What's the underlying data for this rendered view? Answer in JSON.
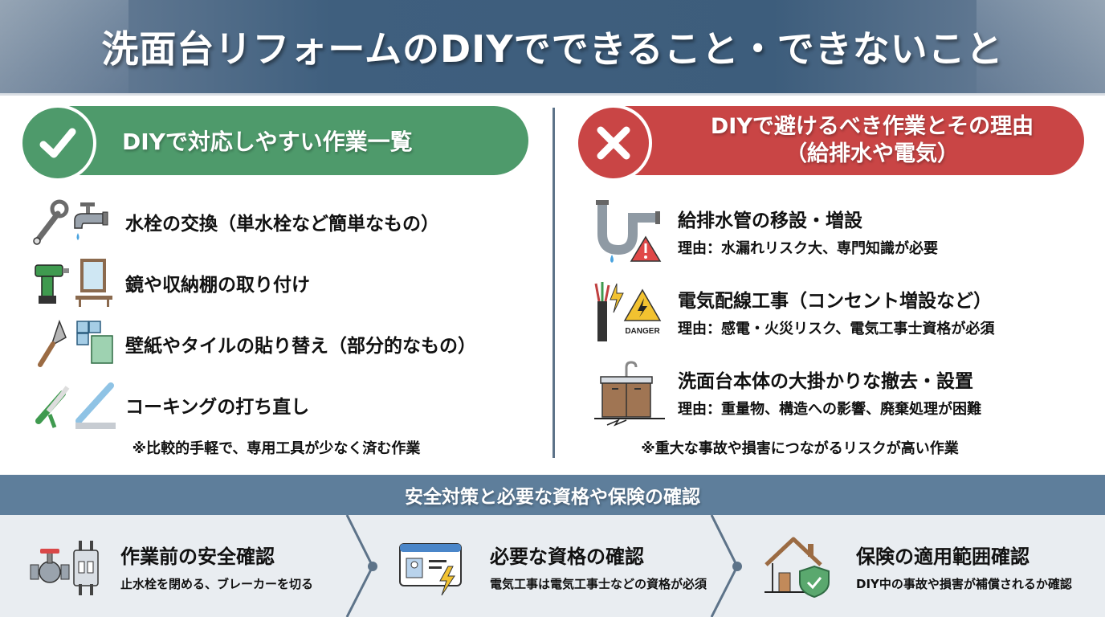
{
  "header": {
    "title": "洗面台リフォームのDIYでできること・できないこと"
  },
  "can_do": {
    "banner": "DIYで対応しやすい作業一覧",
    "items": [
      {
        "label": "水栓の交換（単水栓など簡単なもの）",
        "icon": "wrench-faucet-icon"
      },
      {
        "label": "鏡や収納棚の取り付け",
        "icon": "drill-mirror-icon"
      },
      {
        "label": "壁紙やタイルの貼り替え（部分的なもの）",
        "icon": "trowel-tile-icon"
      },
      {
        "label": "コーキングの打ち直し",
        "icon": "caulking-gun-icon"
      }
    ],
    "note": "※比較的手軽で、専用工具が少なく済む作業"
  },
  "cannot_do": {
    "banner_line1": "DIYで避けるべき作業とその理由",
    "banner_line2": "（給排水や電気）",
    "items": [
      {
        "title": "給排水管の移設・増設",
        "reason": "理由：水漏れリスク大、専門知識が必要",
        "icon": "pipe-warning-icon"
      },
      {
        "title": "電気配線工事（コンセント増設など）",
        "reason": "理由：感電・火災リスク、電気工事士資格が必須",
        "icon": "electric-danger-icon",
        "danger_label": "DANGER"
      },
      {
        "title": "洗面台本体の大掛かりな撤去・設置",
        "reason": "理由：重量物、構造への影響、廃棄処理が困難",
        "icon": "vanity-cabinet-icon"
      }
    ],
    "note": "※重大な事故や損害につながるリスクが高い作業"
  },
  "safety": {
    "title": "安全対策と必要な資格や保険の確認",
    "steps": [
      {
        "title": "作業前の安全確認",
        "desc": "止水栓を閉める、ブレーカーを切る",
        "icon": "valve-breaker-icon"
      },
      {
        "title": "必要な資格の確認",
        "desc": "電気工事は電気工事士などの資格が必須",
        "icon": "license-card-icon"
      },
      {
        "title": "保険の適用範囲確認",
        "desc": "DIY中の事故や損害が補償されるか確認",
        "icon": "house-shield-icon"
      }
    ]
  },
  "colors": {
    "header_blue": "#3f5f7e",
    "green": "#4e9a6b",
    "red": "#c94545",
    "section_blue": "#5e7e9b",
    "light_bg": "#e9edf1"
  }
}
